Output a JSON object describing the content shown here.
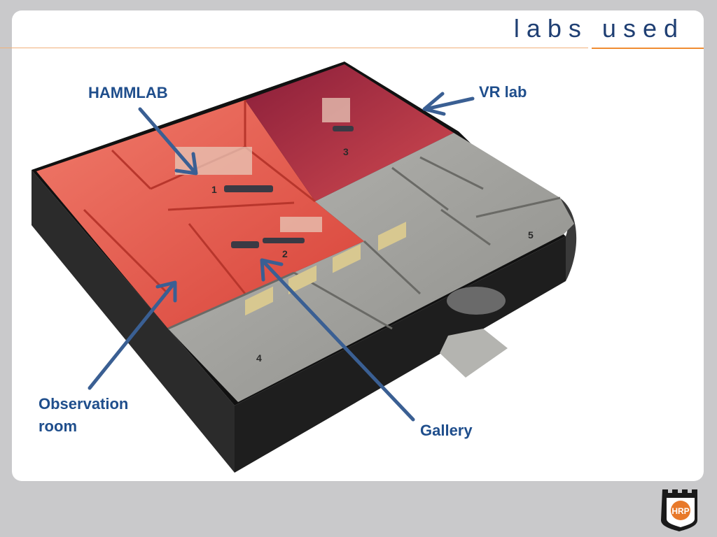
{
  "slide": {
    "title": "labs used",
    "labels": {
      "hammlab": "HAMMLAB",
      "vr_lab": "VR lab",
      "observation_room": "Observation\nroom",
      "gallery": "Gallery"
    },
    "room_numbers": [
      "1",
      "2",
      "3",
      "4",
      "5"
    ],
    "logo_text": "HRP"
  },
  "colors": {
    "title": "#1f3f73",
    "label": "#1f4e8c",
    "arrow": "#3a5f93",
    "accent_rule": "#f08c32",
    "red_labs": "#e85a4a",
    "building_shell": "#2a2a2a",
    "grey_rooms": "#9a9a98"
  }
}
